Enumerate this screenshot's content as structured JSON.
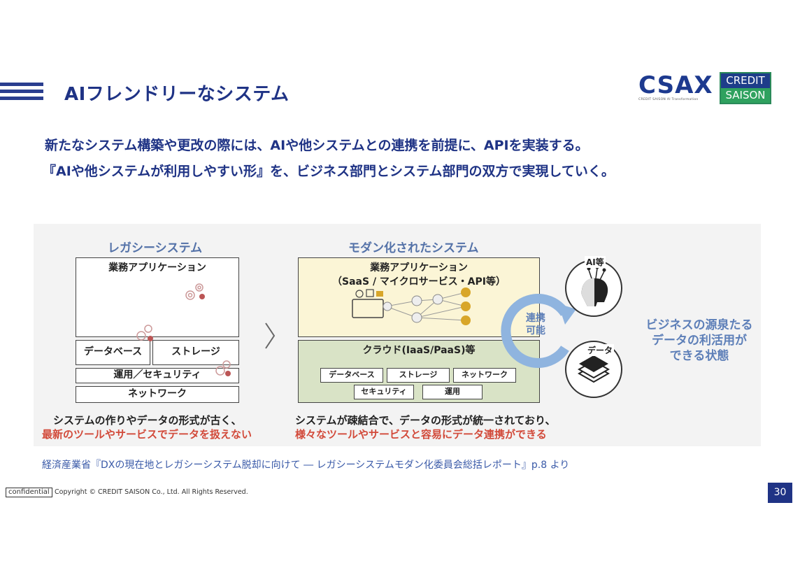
{
  "header": {
    "title": "AIフレンドリーなシステム",
    "logo_csax": "CSAX",
    "logo_csax_sub": "CREDIT SAISON  AI Transformation",
    "logo_cs_top": "CREDIT",
    "logo_cs_bottom": "SAISON"
  },
  "lead": {
    "line1": "新たなシステム構築や更改の際には、AIや他システムとの連携を前提に、APIを実装する。",
    "line2": "『AIや他システムが利用しやすい形』を、ビジネス部門とシステム部門の双方で実現していく。"
  },
  "diagram": {
    "legacy": {
      "title": "レガシーシステム",
      "app": "業務アプリケーション",
      "database": "データベース",
      "storage": "ストレージ",
      "ops": "運用／セキュリティ",
      "network": "ネットワーク",
      "caption1": "システムの作りやデータの形式が古く、",
      "caption2": "最新のツールやサービスでデータを扱えない"
    },
    "modern": {
      "title": "モダン化されたシステム",
      "app": "業務アプリケーション",
      "app_sub": "（SaaS / マイクロサービス・API等）",
      "cloud": "クラウド(IaaS/PaaS)等",
      "chips": [
        "データベース",
        "ストレージ",
        "ネットワーク",
        "セキュリティ",
        "運用"
      ],
      "link": "連携\n可能",
      "link1": "連携",
      "link2": "可能",
      "caption1": "システムが疎結合で、データの形式が統一されており、",
      "caption2": "様々なツールやサービスと容易にデータ連携ができる"
    },
    "ai_label": "AI等",
    "data_label": "データ",
    "business1": "ビジネスの源泉たる",
    "business2": "データの利活用が",
    "business3": "できる状態"
  },
  "source": "経済産業省『DXの現在地とレガシーシステム脱却に向けて ― レガシーシステムモダン化委員会総括レポート』p.8 より",
  "footer": {
    "confidential": "confidential",
    "copyright": "Copyright © CREDIT SAISON Co., Ltd. All Rights Reserved.",
    "page": "30"
  },
  "colors": {
    "navy": "#1f3385",
    "accent_red": "#d24a3a",
    "app_yellow": "#fbf5d6",
    "cloud_green": "#d9e3c6",
    "green": "#2fa15f"
  }
}
